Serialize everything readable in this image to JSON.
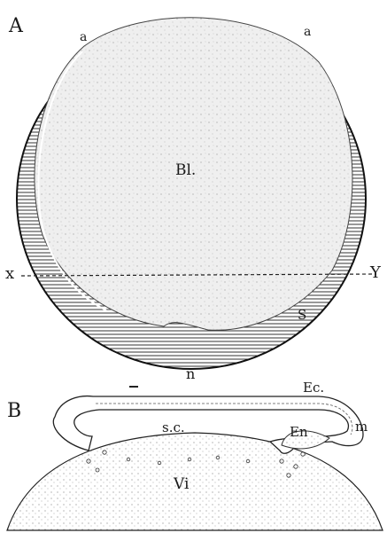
{
  "figure_a": {
    "panel_label": "A",
    "labels": {
      "a_left": "a",
      "a_right": "a",
      "blastoderm": "Bl.",
      "x": "x",
      "y": "Y",
      "s": "S",
      "n": "n"
    }
  },
  "figure_b": {
    "panel_label": "B",
    "labels": {
      "ectoderm": "Ec.",
      "segmentation_cavity": "s.c.",
      "endoderm": "En",
      "margin": "m",
      "vitellus": "Vi"
    }
  }
}
